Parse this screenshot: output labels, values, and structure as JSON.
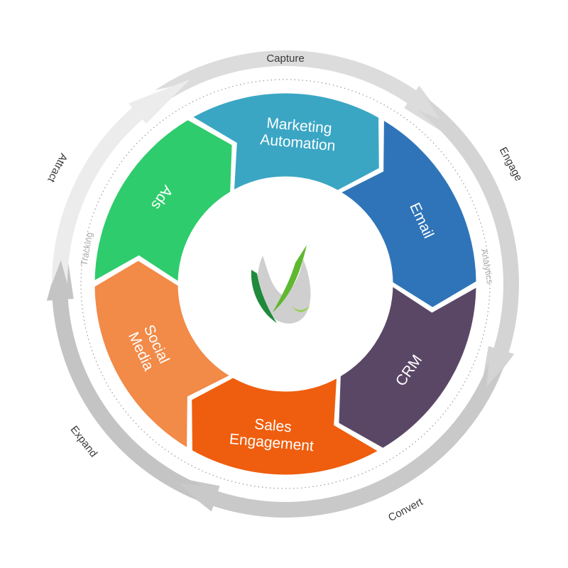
{
  "outer_stages": [
    {
      "label": "Capture",
      "color": "#dcdcdc"
    },
    {
      "label": "Engage",
      "color": "#d4d4d4"
    },
    {
      "label": "Convert",
      "color": "#c9c9c9"
    },
    {
      "label": "Expand",
      "color": "#c4c4c4"
    },
    {
      "label": "Attract",
      "color": "#ececec"
    }
  ],
  "side_labels": {
    "tracking": "Tracking",
    "analytics": "Analytics"
  },
  "segments": [
    {
      "lines": [
        "Marketing",
        "Automation"
      ],
      "color": "#3aa6c4"
    },
    {
      "lines": [
        "Email"
      ],
      "color": "#2f74b8"
    },
    {
      "lines": [
        "CRM"
      ],
      "color": "#5a4766"
    },
    {
      "lines": [
        "Sales",
        "Engagement"
      ],
      "color": "#ee5e0e"
    },
    {
      "lines": [
        "Social",
        "Media"
      ],
      "color": "#f28a48"
    },
    {
      "lines": [
        "Ads"
      ],
      "color": "#2ecc6c"
    }
  ],
  "center_logo": {
    "colors": {
      "green": "#5fb82f",
      "dark_green": "#1f8a3c",
      "gray": "#cfcfcf"
    }
  }
}
